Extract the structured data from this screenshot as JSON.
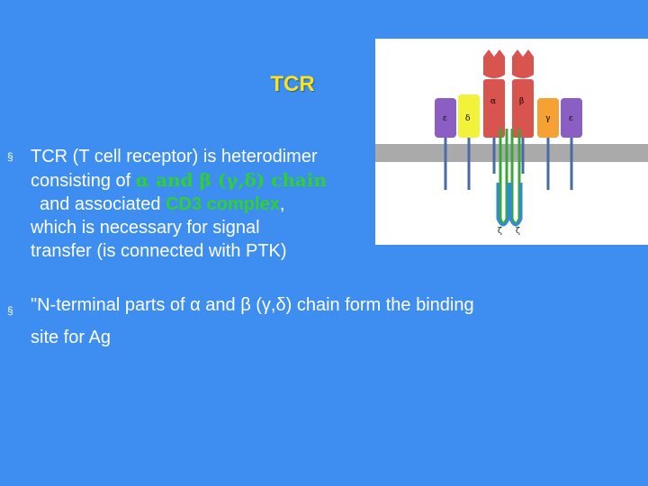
{
  "slide": {
    "title": "TCR",
    "bullet_char": "§",
    "bullet1": {
      "line1": "TCR (T cell receptor) is heterodimer",
      "line2_prefix": "consisting of ",
      "line2_highlight_a": "α and β (γ,δ) chain",
      "line3_prefix": "and associated ",
      "line3_highlight": "CD3 complex",
      "line3_suffix": ",",
      "line4": "which is necessary for signal",
      "line5": "transfer (is connected with PTK)"
    },
    "bullet2": {
      "line1": "\"N-terminal parts of α and β (γ,δ) chain form the binding",
      "line2": "site for Ag"
    }
  },
  "figure": {
    "labels": {
      "epsilon_left": "ε",
      "delta": "δ",
      "alpha": "α",
      "beta": "β",
      "gamma": "γ",
      "epsilon_right": "ε",
      "zeta_left": "ζ",
      "zeta_right": "ζ"
    },
    "colors": {
      "background": "#3d8ef0",
      "title": "#f7e41c",
      "highlight": "#2ed12e",
      "membrane": "#aaaaaa",
      "tcr_chains": "#d9534f",
      "epsilon": "#8a5ec2",
      "delta": "#f2f23a",
      "gamma": "#f5a133",
      "zeta": "#2f8bd6"
    }
  }
}
